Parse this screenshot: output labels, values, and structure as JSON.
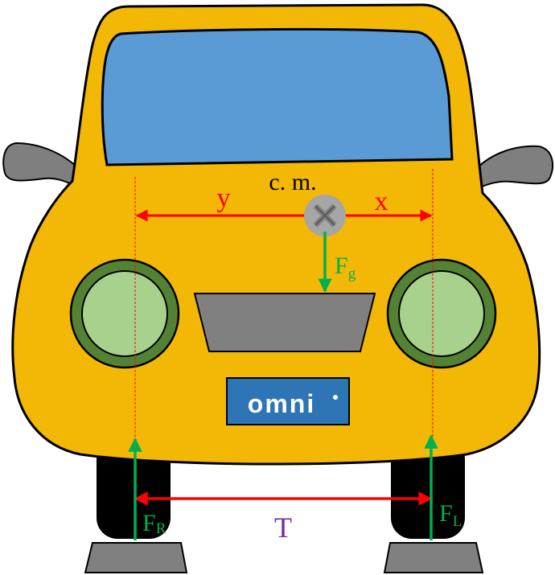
{
  "labels": {
    "center_of_mass": "c. m.",
    "dist_y": "y",
    "dist_x": "x",
    "force_gravity_main": "F",
    "force_gravity_sub": "g",
    "force_right_main": "F",
    "force_right_sub": "R",
    "force_left_main": "F",
    "force_left_sub": "L",
    "track_width": "T",
    "logo": "omni"
  },
  "colors": {
    "body": "#f3b705",
    "window": "#5b9bd5",
    "outline": "#000000",
    "headlight_ring": "#548235",
    "headlight_lens": "#a9d18e",
    "grille": "#808080",
    "tire": "#000000",
    "mirror": "#7f7f7f",
    "plate": "#2e75b6",
    "distance_arrow": "#ff0000",
    "force_arrow": "#00b050",
    "track_label": "#7030a0",
    "cm_marker": "#a6a6a6"
  }
}
